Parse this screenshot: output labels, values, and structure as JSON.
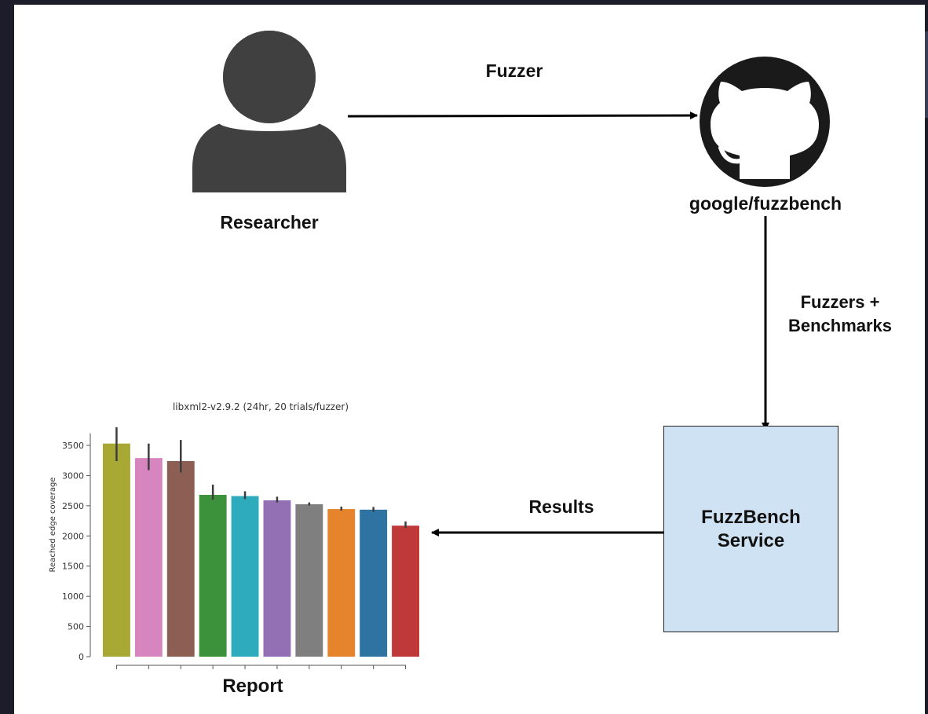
{
  "diagram": {
    "researcher_label": "Researcher",
    "github_label": "google/fuzzbench",
    "arrow_researcher_to_repo": "Fuzzer",
    "arrow_repo_to_service_line1": "Fuzzers +",
    "arrow_repo_to_service_line2": "Benchmarks",
    "service_line1": "FuzzBench",
    "service_line2": "Service",
    "arrow_service_to_report": "Results",
    "report_label": "Report",
    "icons": [
      "person-icon",
      "github-octocat-icon"
    ]
  },
  "chart_data": {
    "type": "bar",
    "title": "libxml2-v2.9.2 (24hr, 20 trials/fuzzer)",
    "ylabel": "Reached edge coverage",
    "xlabel": "",
    "ylim": [
      0,
      3700
    ],
    "yticks": [
      0,
      500,
      1000,
      1500,
      2000,
      2500,
      3000,
      3500
    ],
    "grid": false,
    "values": [
      3530,
      3290,
      3240,
      2680,
      2660,
      2590,
      2525,
      2445,
      2435,
      2170
    ],
    "err_low": [
      3240,
      3090,
      3050,
      2600,
      2610,
      2555,
      2505,
      2420,
      2400,
      2130
    ],
    "err_high": [
      3800,
      3530,
      3590,
      2850,
      2740,
      2650,
      2555,
      2485,
      2480,
      2240
    ],
    "colors": [
      "#a8a935",
      "#d685be",
      "#8d5e53",
      "#3b923b",
      "#2eacbd",
      "#9370b4",
      "#7f7f7f",
      "#e6832d",
      "#2f73a3",
      "#c0393a"
    ]
  }
}
